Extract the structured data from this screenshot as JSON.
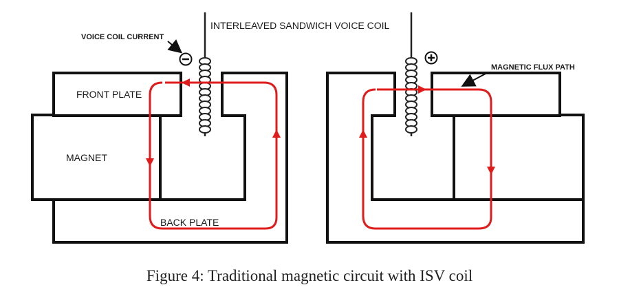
{
  "labels": {
    "coil_title": "INTERLEAVED SANDWICH VOICE COIL",
    "voice_coil_current": "VOICE COIL CURRENT",
    "magnetic_flux_path": "MAGNETIC FLUX PATH",
    "front_plate": "FRONT PLATE",
    "magnet": "MAGNET",
    "back_plate": "BACK PLATE",
    "minus_sign": "−",
    "plus_sign": "+"
  },
  "caption": "Figure 4: Traditional magnetic circuit with ISV coil",
  "colors": {
    "flux": "#e01b1b",
    "structure": "#111111"
  }
}
